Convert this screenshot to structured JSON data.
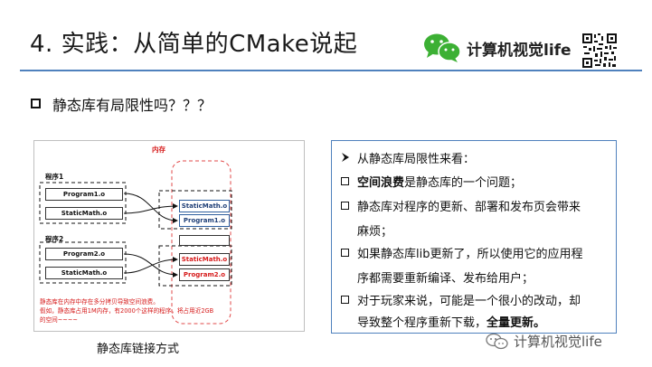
{
  "slide": {
    "title": "4. 实践：从简单的CMake说起",
    "brand": "计算机视觉life",
    "subtitle": "静态库有局限性吗？？？",
    "watermark": "计算机视觉life"
  },
  "diagram": {
    "memory_label": "内存",
    "program1_label": "程序1",
    "program2_label": "程序2",
    "p1_boxes": [
      "Program1.o",
      "StaticMath.o"
    ],
    "p2_boxes": [
      "Program2.o",
      "StaticMath.o"
    ],
    "memory_boxes": [
      "StaticMath.o",
      "Program1.o",
      "",
      "StaticMath.o",
      "Program2.o"
    ],
    "note_lines": [
      "静态库在内存中存在多分拷贝导致空间浪费。",
      "假如，静态库占用1M内存，有2000个这样的程序，将占用近2GB",
      "的空间~~~~"
    ],
    "caption": "静态库链接方式"
  },
  "panel": {
    "heading": "从静态库局限性来看：",
    "items": [
      {
        "bold": "空间浪费",
        "text": "是静态库的一个问题；"
      },
      {
        "line1": "静态库对程序的更新、部署和发布页会带来",
        "line2": "麻烦；"
      },
      {
        "line1": "如果静态库lib更新了，所以使用它的应用程",
        "line2": "序都需要重新编译、发布给用户；"
      },
      {
        "line1": "对于玩家来说，可能是一个很小的改动，却",
        "line2_pre": "导致整个程序重新下载，",
        "line2_bold": "全量更新。"
      }
    ]
  },
  "colors": {
    "accent_blue": "#4f81bd",
    "note_red": "#d61a1a",
    "wechat_green": "#3cb034"
  },
  "icons": [
    "wechat-icon",
    "qr-code",
    "checkbox-bullet-icon",
    "arrow-bullet-icon"
  ]
}
